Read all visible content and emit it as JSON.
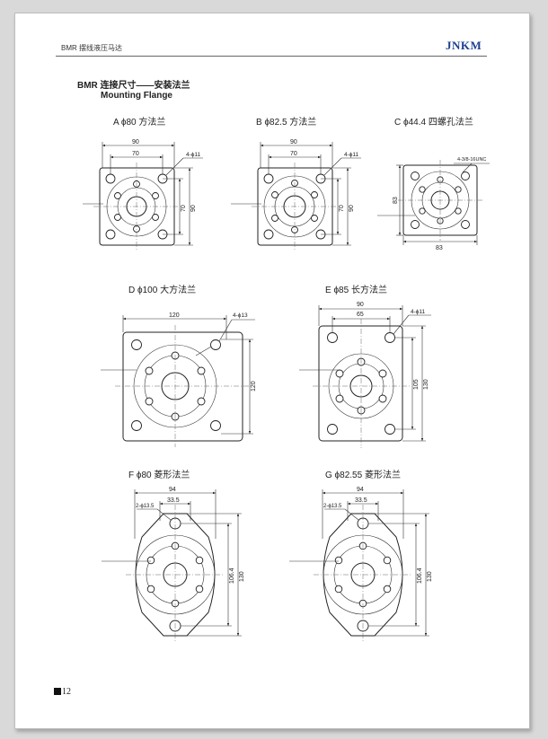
{
  "header": {
    "series_title": "BMR 摆线液压马达",
    "brand": "JNKM"
  },
  "section": {
    "title_cn": "BMR 连接尺寸——安装法兰",
    "title_en": "Mounting  Flange"
  },
  "flanges": [
    {
      "letter": "A",
      "caption": "A  ϕ80 方法兰",
      "dims": [
        "90",
        "70",
        "4-ϕ11",
        "70",
        "90"
      ]
    },
    {
      "letter": "B",
      "caption": "B  ϕ82.5 方法兰",
      "dims": [
        "90",
        "70",
        "4-ϕ11",
        "70",
        "90"
      ]
    },
    {
      "letter": "C",
      "caption": "C  ϕ44.4 四螺孔法兰",
      "dims": [
        "4-3/8-16UNC",
        "83",
        "83"
      ]
    },
    {
      "letter": "D",
      "caption": "D  ϕ100 大方法兰",
      "dims": [
        "120",
        "4-ϕ13",
        "120"
      ]
    },
    {
      "letter": "E",
      "caption": "E  ϕ85 长方法兰",
      "dims": [
        "90",
        "65",
        "4-ϕ11",
        "105",
        "130"
      ]
    },
    {
      "letter": "F",
      "caption": "F  ϕ80 菱形法兰",
      "dims": [
        "94",
        "33.5",
        "2-ϕ13.5",
        "106.4",
        "130"
      ]
    },
    {
      "letter": "G",
      "caption": "G  ϕ82.55 菱形法兰",
      "dims": [
        "94",
        "33.5",
        "2-ϕ13.5",
        "106.4",
        "130"
      ]
    }
  ],
  "footer": {
    "page_number": "12"
  }
}
